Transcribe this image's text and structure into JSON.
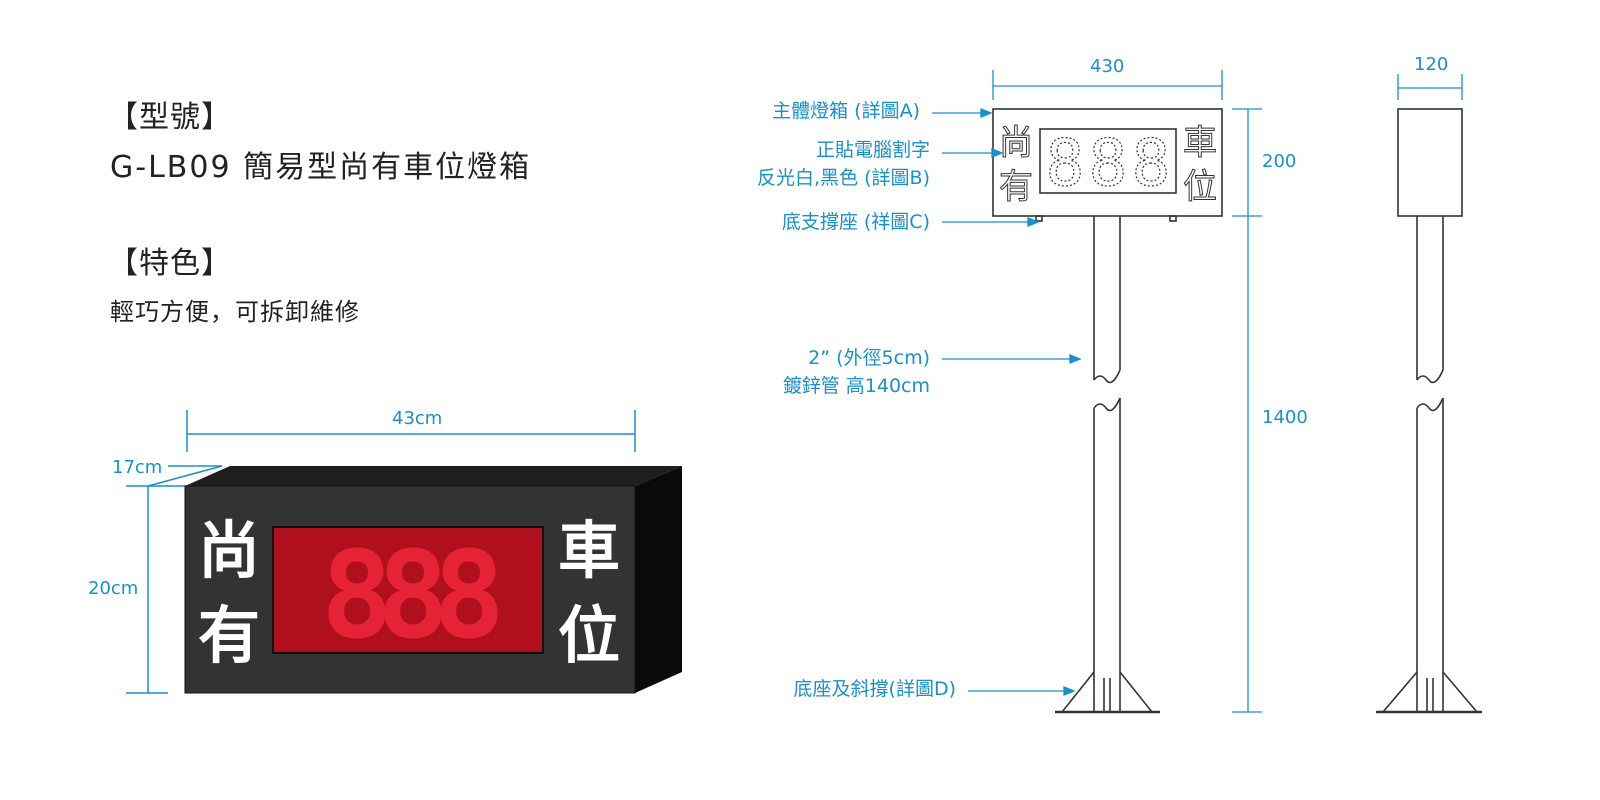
{
  "info": {
    "model_heading": "【型號】",
    "model_line": "G-LB09  簡易型尚有車位燈箱",
    "feature_heading": "【特色】",
    "feature_line": "輕巧方便，可拆卸維修"
  },
  "product": {
    "digits": "888",
    "left_chars": [
      "尚",
      "有"
    ],
    "right_chars": [
      "車",
      "位"
    ],
    "dim_width": "43cm",
    "dim_depth": "17cm",
    "dim_height": "20cm"
  },
  "drawing": {
    "dim_width": "430",
    "dim_box_height": "200",
    "dim_pole_height": "1400",
    "dim_side_width": "120",
    "callout_a": "主體燈箱 (詳圖A)",
    "callout_b_line1": "正貼電腦割字",
    "callout_b_line2": "反光白,黑色 (詳圖B)",
    "callout_c": "底支撐座 (祥圖C)",
    "callout_pipe_line1": "2” (外徑5cm)",
    "callout_pipe_line2": "鍍鋅管 高140cm",
    "callout_d": "底座及斜撐(詳圖D)"
  },
  "colors": {
    "dimension": "#1a90c8",
    "box_front": "#333333",
    "box_side": "#0a0a0a",
    "display_bg": "#b00f1d",
    "digit_lit": "#e52236",
    "line": "#333333"
  }
}
